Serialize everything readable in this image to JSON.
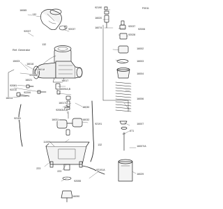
{
  "diagram": {
    "reference_code": "F0011",
    "caption": "Ref. Generator",
    "part_numbers": {
      "p16065": "16065",
      "p132a": "132",
      "p92037_l": "92037",
      "p92037_r": "92037",
      "p132b": "132",
      "p15003": "15003",
      "p16016": "16016",
      "p16018": "16018",
      "p92055e": "92055E",
      "p16021": "16021",
      "p92081": "92081",
      "p92210": "92210",
      "p92200": "92200",
      "p16017": "16017",
      "p16009aa": "16009/A,B",
      "p16014": "16014",
      "p16017a": "16017/A",
      "p92063a": "92063/A,B",
      "p16031": "16031",
      "p16030": "16030",
      "p16032": "16032",
      "p92191l": "92191",
      "p92191m": "92191",
      "p11009": "11009",
      "p132c": "132",
      "p223a": "223",
      "p223b": "223",
      "p92055": "92055",
      "p16090": "16090",
      "p92191a": "92191A",
      "p16029": "16029",
      "p16007a": "16007/A",
      "p16007": "16007",
      "p16006": "16006",
      "p16004": "16004",
      "p16003": "16003",
      "p16002": "16002",
      "p92006": "92006",
      "p92028": "92028",
      "p92037r": "92037",
      "p92190": "92190",
      "p16020": "16020",
      "p16074": "16074",
      "p671": "671"
    }
  }
}
